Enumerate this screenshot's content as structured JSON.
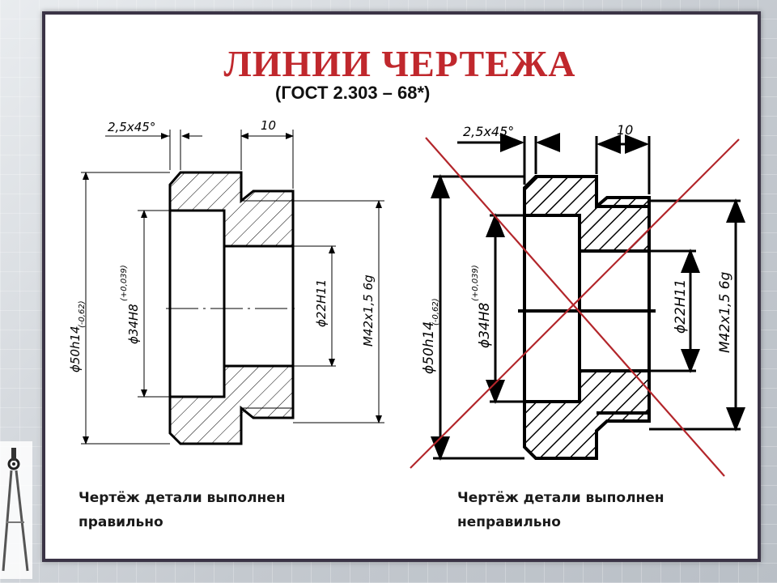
{
  "title": "ЛИНИИ ЧЕРТЕЖА",
  "subtitle": "(ГОСТ 2.303 – 68*)",
  "colors": {
    "title": "#c0282d",
    "cross": "#b3262b",
    "frame": "#3b3446"
  },
  "left_drawing": {
    "chamfer": "2,5x45°",
    "length": "10",
    "dim_outer": "ϕ50h14",
    "dim_outer_tol": "(-0,62)",
    "dim_bore": "ϕ34H8",
    "dim_bore_tol": "(+0,039)",
    "dim_hole": "ϕ22H11",
    "dim_thread": "M42x1,5 6g",
    "caption_line1": "Чертёж детали выполнен",
    "caption_line2": "правильно"
  },
  "right_drawing": {
    "chamfer": "2,5x45°",
    "length": "10",
    "dim_outer": "ϕ50h14",
    "dim_outer_tol": "(-0,62)",
    "dim_bore": "ϕ34H8",
    "dim_bore_tol": "(+0,039)",
    "dim_hole": "ϕ22H11",
    "dim_thread": "M42x1,5 6g",
    "caption_line1": "Чертёж детали выполнен",
    "caption_line2": "неправильно"
  },
  "icons": {
    "compass": "drafting-compass-icon"
  }
}
